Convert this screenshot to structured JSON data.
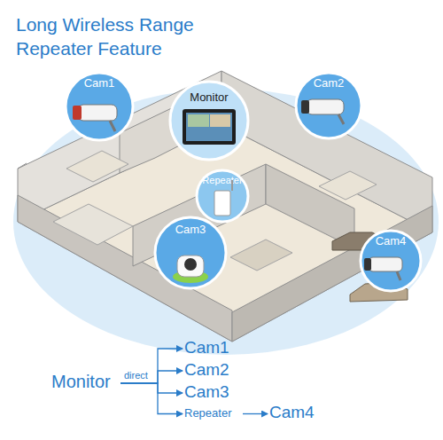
{
  "diagram": {
    "title": "Long Wireless Range Repeater Feature",
    "nodes": [
      {
        "text": [
          "Cam1"
        ]
      },
      {
        "text": [
          "Monitor"
        ]
      },
      {
        "text": [
          "Cam2"
        ]
      },
      {
        "text": [
          "Repeater"
        ]
      },
      {
        "text": [
          "Cam3"
        ]
      },
      {
        "text": [
          "Cam4"
        ]
      },
      {
        "text": [
          "Monitor"
        ]
      },
      {
        "text": [
          "Cam1"
        ]
      },
      {
        "text": [
          "Cam2"
        ]
      },
      {
        "text": [
          "Cam3"
        ]
      },
      {
        "text": [
          "Repeater"
        ]
      },
      {
        "text": [
          "Cam4"
        ]
      }
    ],
    "edges": [
      {
        "from": 6,
        "to": 7,
        "arrow": "to",
        "label": "direct"
      },
      {
        "from": 6,
        "to": 8,
        "arrow": "to"
      },
      {
        "from": 6,
        "to": 9,
        "arrow": "to"
      },
      {
        "from": 6,
        "to": 10,
        "arrow": "to"
      },
      {
        "from": 10,
        "to": 11,
        "arrow": "to"
      }
    ]
  }
}
